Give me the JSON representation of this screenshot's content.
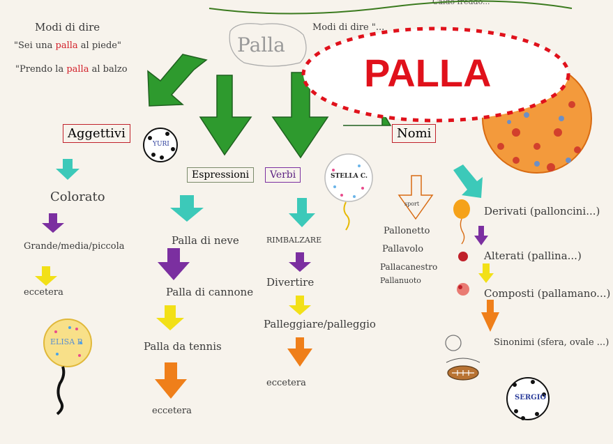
{
  "corner_note": "Caldo  freddo...",
  "title_sketch": "Palla",
  "main_label": "PALLA",
  "modi_di_dire_left": {
    "heading": "Modi  di  dire",
    "line1_a": "\"Sei  una ",
    "line1_b": "palla",
    "line1_c": " al  piede\"",
    "line2_a": "\"Prendo la ",
    "line2_b": "palla",
    "line2_c": " al balzo"
  },
  "modi_di_dire_right": "Modi  di  dire  \"...",
  "categories": {
    "aggettivi": {
      "label": "Aggettivi",
      "items": [
        "Colorato",
        "Grande/media/piccola",
        "eccetera"
      ]
    },
    "espressioni": {
      "label": "Espressioni",
      "items": [
        "Palla  di  neve",
        "Palla  di  cannone",
        "Palla  da  tennis",
        "eccetera"
      ]
    },
    "verbi": {
      "label": "Verbi",
      "items": [
        "RIMBALZARE",
        "Divertire",
        "Palleggiare/palleggio",
        "eccetera"
      ]
    },
    "nomi": {
      "label": "Nomi",
      "sport_label": "sport",
      "sport_items": [
        "Pallonetto",
        "Pallavolo",
        "Pallacanestro",
        "Pallanuoto"
      ],
      "items": [
        "Derivati (palloncini...)",
        "Alterati (pallina...)",
        "Composti (pallamano...)",
        "Sinonimi (sfera, ovale ...)"
      ]
    }
  },
  "signatures": {
    "yuri": "YURI",
    "stella": "STELLA C.",
    "elisa": "ELISA P.",
    "sergio": "SERGIO"
  },
  "colors": {
    "green": "#2e9a2e",
    "teal": "#3cc9b9",
    "purple": "#7b2fa0",
    "yellow": "#f2e017",
    "orange": "#ef7f1a",
    "red_text": "#e0111b"
  }
}
